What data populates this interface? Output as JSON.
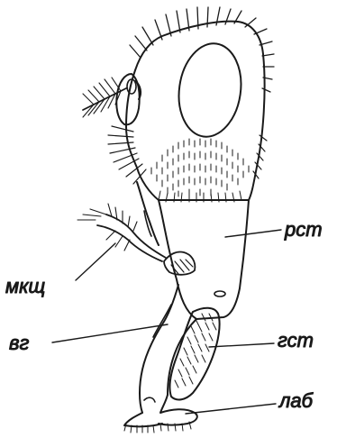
{
  "labels": {
    "rst": "рст",
    "mkshch": "мкщ",
    "vg": "вг",
    "gst": "гст",
    "lab": "лаб"
  },
  "colors": {
    "ink": "#1a1a1a",
    "paper": "#ffffff"
  }
}
